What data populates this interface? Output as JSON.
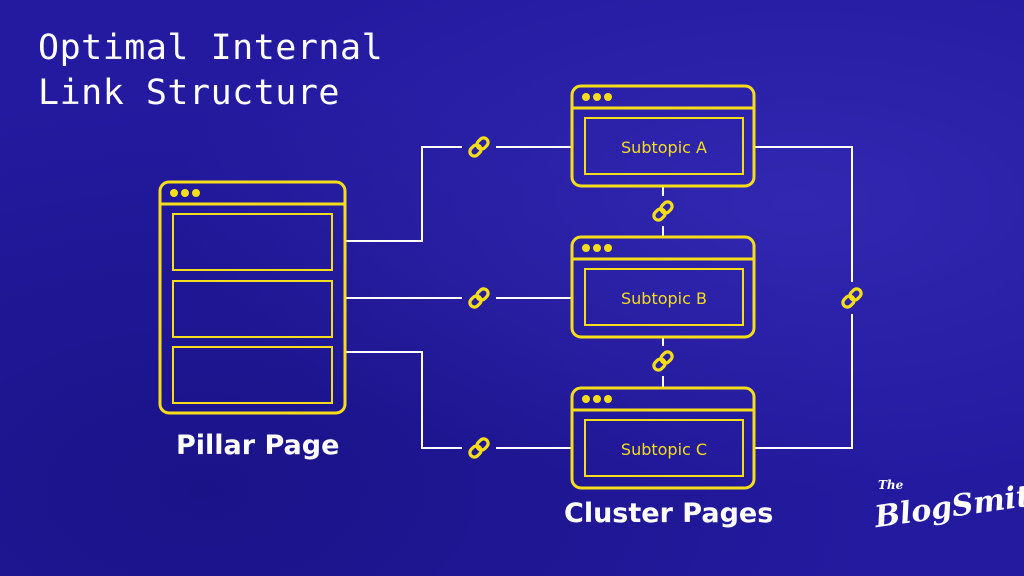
{
  "title": {
    "line1": "Optimal Internal",
    "line2": "Link Structure"
  },
  "pillar": {
    "label": "Pillar Page",
    "sections": 3
  },
  "cluster": {
    "label": "Cluster Pages",
    "pages": [
      {
        "label": "Subtopic A"
      },
      {
        "label": "Subtopic B"
      },
      {
        "label": "Subtopic C"
      }
    ]
  },
  "link_icon": "link-chain-icon",
  "logo": {
    "small": "The",
    "big": "BlogSmith"
  },
  "colors": {
    "background": "#241aa0",
    "accent": "#f5de19",
    "line": "#ffffff",
    "text": "#ffffff"
  }
}
